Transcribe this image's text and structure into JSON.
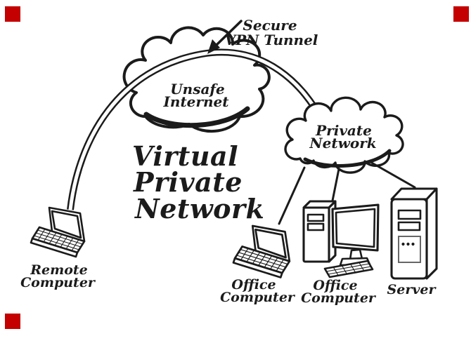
{
  "colors": {
    "ink": "#1b1b1b",
    "background": "#ffffff",
    "marker_red": "#c40000"
  },
  "diagram": {
    "title": {
      "line1": "Virtual",
      "line2": "Private",
      "line3": "Network"
    },
    "tunnel_label": {
      "line1": "Secure",
      "line2": "VPN Tunnel"
    },
    "internet_cloud": {
      "line1": "Unsafe",
      "line2": "Internet"
    },
    "private_cloud": {
      "line1": "Private",
      "line2": "Network"
    },
    "devices": {
      "remote_computer": {
        "line1": "Remote",
        "line2": "Computer"
      },
      "office_laptop": {
        "line1": "Office",
        "line2": "Computer"
      },
      "office_desktop": {
        "line1": "Office",
        "line2": "Computer"
      },
      "server": {
        "label": "Server"
      }
    }
  }
}
